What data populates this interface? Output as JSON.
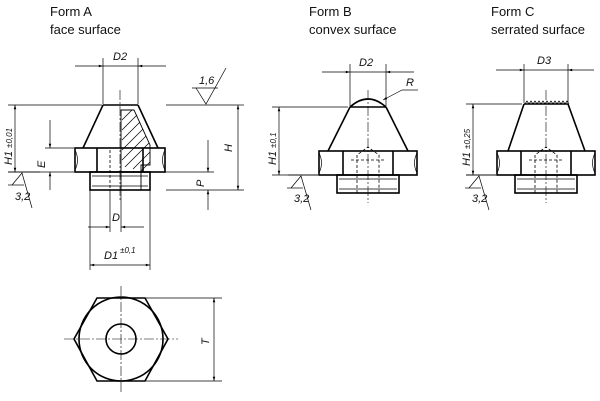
{
  "form_a": {
    "title": "Form A",
    "subtitle": "face surface",
    "dims": {
      "d2": "D2",
      "roughness_1": "1,6",
      "h1": "H1",
      "h1_tol": "±0,01",
      "e": "E",
      "h": "H",
      "p": "P",
      "roughness_2": "3,2",
      "d": "D",
      "d1": "D1",
      "d1_tol": "±0,1",
      "t": "T"
    }
  },
  "form_b": {
    "title": "Form B",
    "subtitle": "convex surface",
    "dims": {
      "d2": "D2",
      "r": "R",
      "h1": "H1",
      "h1_tol": "±0,1",
      "roughness": "3,2"
    }
  },
  "form_c": {
    "title": "Form C",
    "subtitle": "serrated surface",
    "dims": {
      "d3": "D3",
      "h1": "H1",
      "h1_tol": "±0,25",
      "roughness": "3,2"
    }
  }
}
